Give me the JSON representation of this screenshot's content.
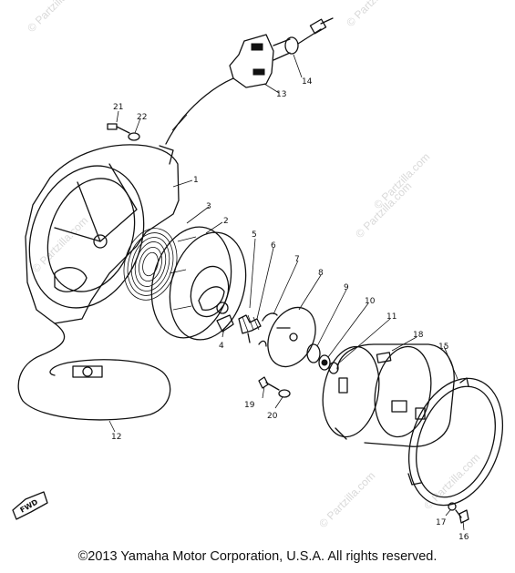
{
  "diagram": {
    "callouts": [
      "1",
      "2",
      "3",
      "4",
      "5",
      "6",
      "7",
      "8",
      "9",
      "10",
      "11",
      "12",
      "13",
      "14",
      "15",
      "16",
      "17",
      "18",
      "19",
      "20",
      "21",
      "22"
    ],
    "front_marker": "FWD"
  },
  "watermark": {
    "brand": "© Partzilla.com",
    "color": "#d9d9d9"
  },
  "copyright": "©2013 Yamaha Motor Corporation, U.S.A. All rights reserved."
}
